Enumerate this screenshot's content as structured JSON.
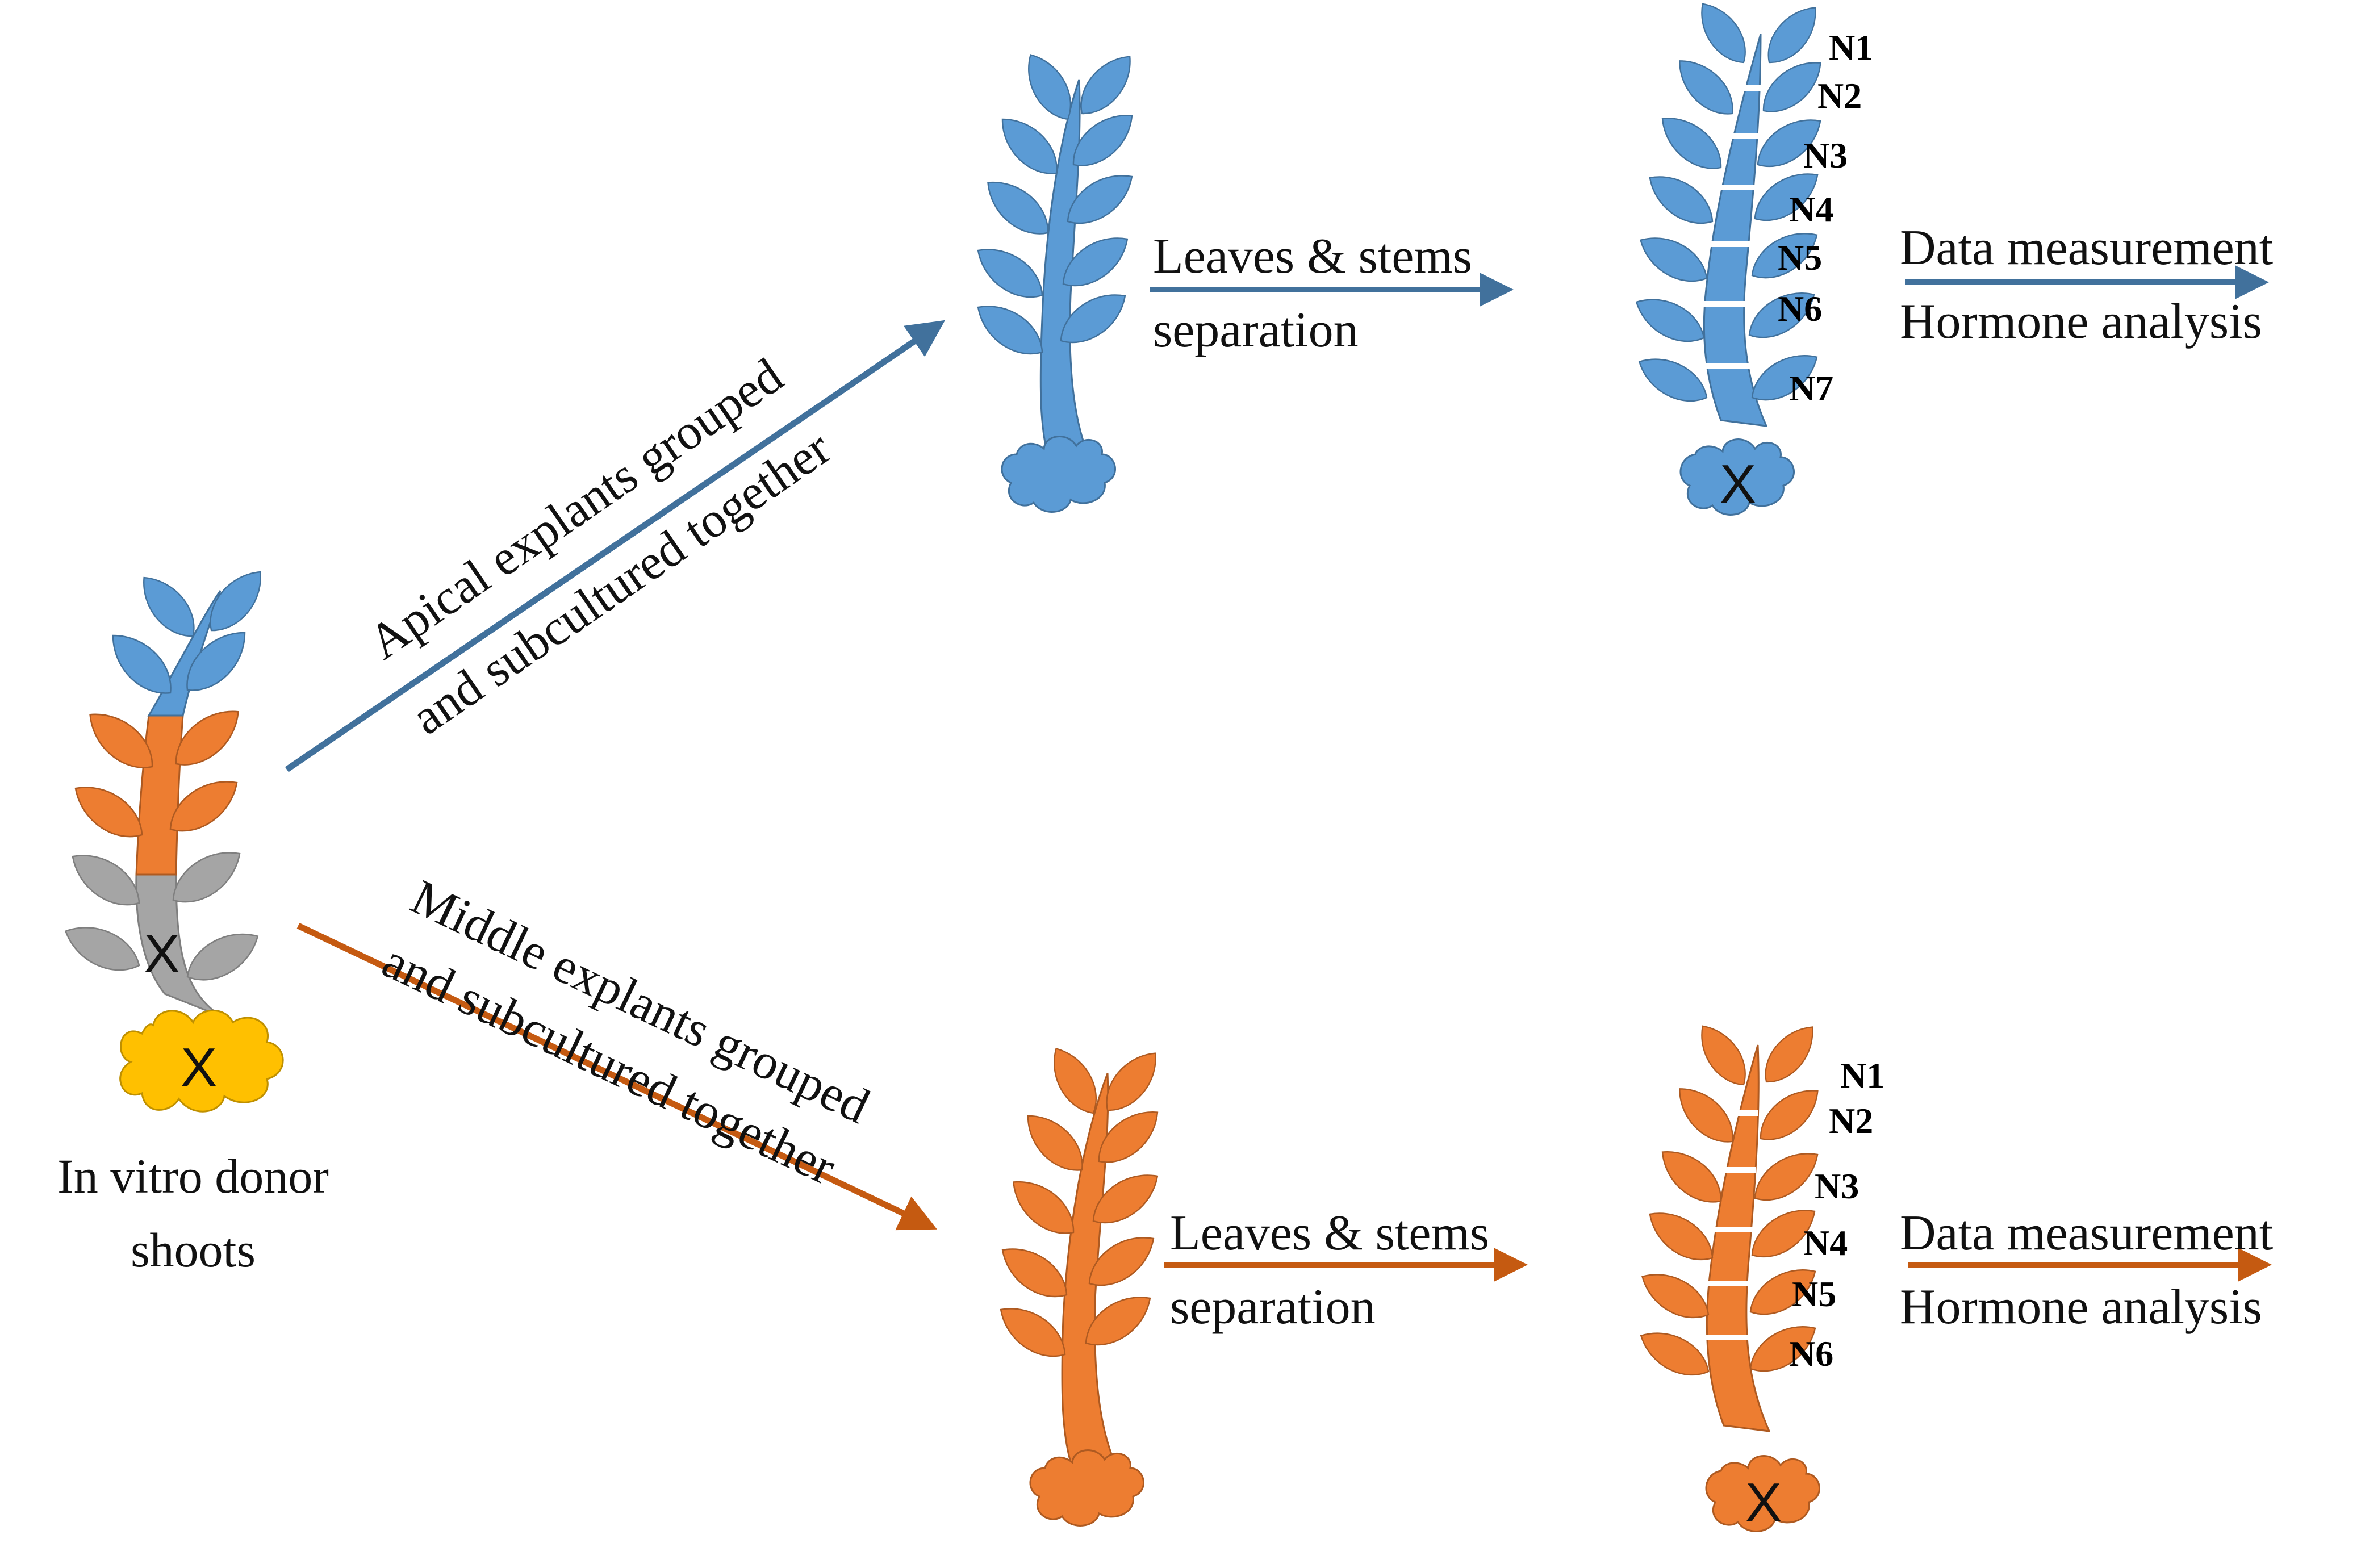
{
  "colors": {
    "apical": "#5b9bd5",
    "apical_edge": "#41719c",
    "middle": "#ed7d31",
    "middle_edge": "#ae5a21",
    "basal": "#a5a5a5",
    "basal_edge": "#7f7f7f",
    "callus_donor": "#ffc000",
    "callus_donor_edge": "#bf9000",
    "arrow_blue": "#41719c",
    "arrow_orange": "#c55a11"
  },
  "donor": {
    "label_line1": "In vitro donor",
    "label_line2": "shoots",
    "stem_mark": "X",
    "callus_mark": "X"
  },
  "apical_branch": {
    "arrow_label_line1": "Apical explants grouped",
    "arrow_label_line2": "and subcultured together",
    "step1_line1": "Leaves & stems",
    "step1_line2": "separation",
    "step2_line1": "Data measurement",
    "step2_line2": "Hormone analysis",
    "callus_mark": "X",
    "nodes": [
      "N1",
      "N2",
      "N3",
      "N4",
      "N5",
      "N6",
      "N7"
    ]
  },
  "middle_branch": {
    "arrow_label_line1": "Middle explants grouped",
    "arrow_label_line2": "and subcultured together",
    "step1_line1": "Leaves & stems",
    "step1_line2": "separation",
    "step2_line1": "Data measurement",
    "step2_line2": "Hormone analysis",
    "callus_mark": "X",
    "nodes": [
      "N1",
      "N2",
      "N3",
      "N4",
      "N5",
      "N6"
    ]
  }
}
